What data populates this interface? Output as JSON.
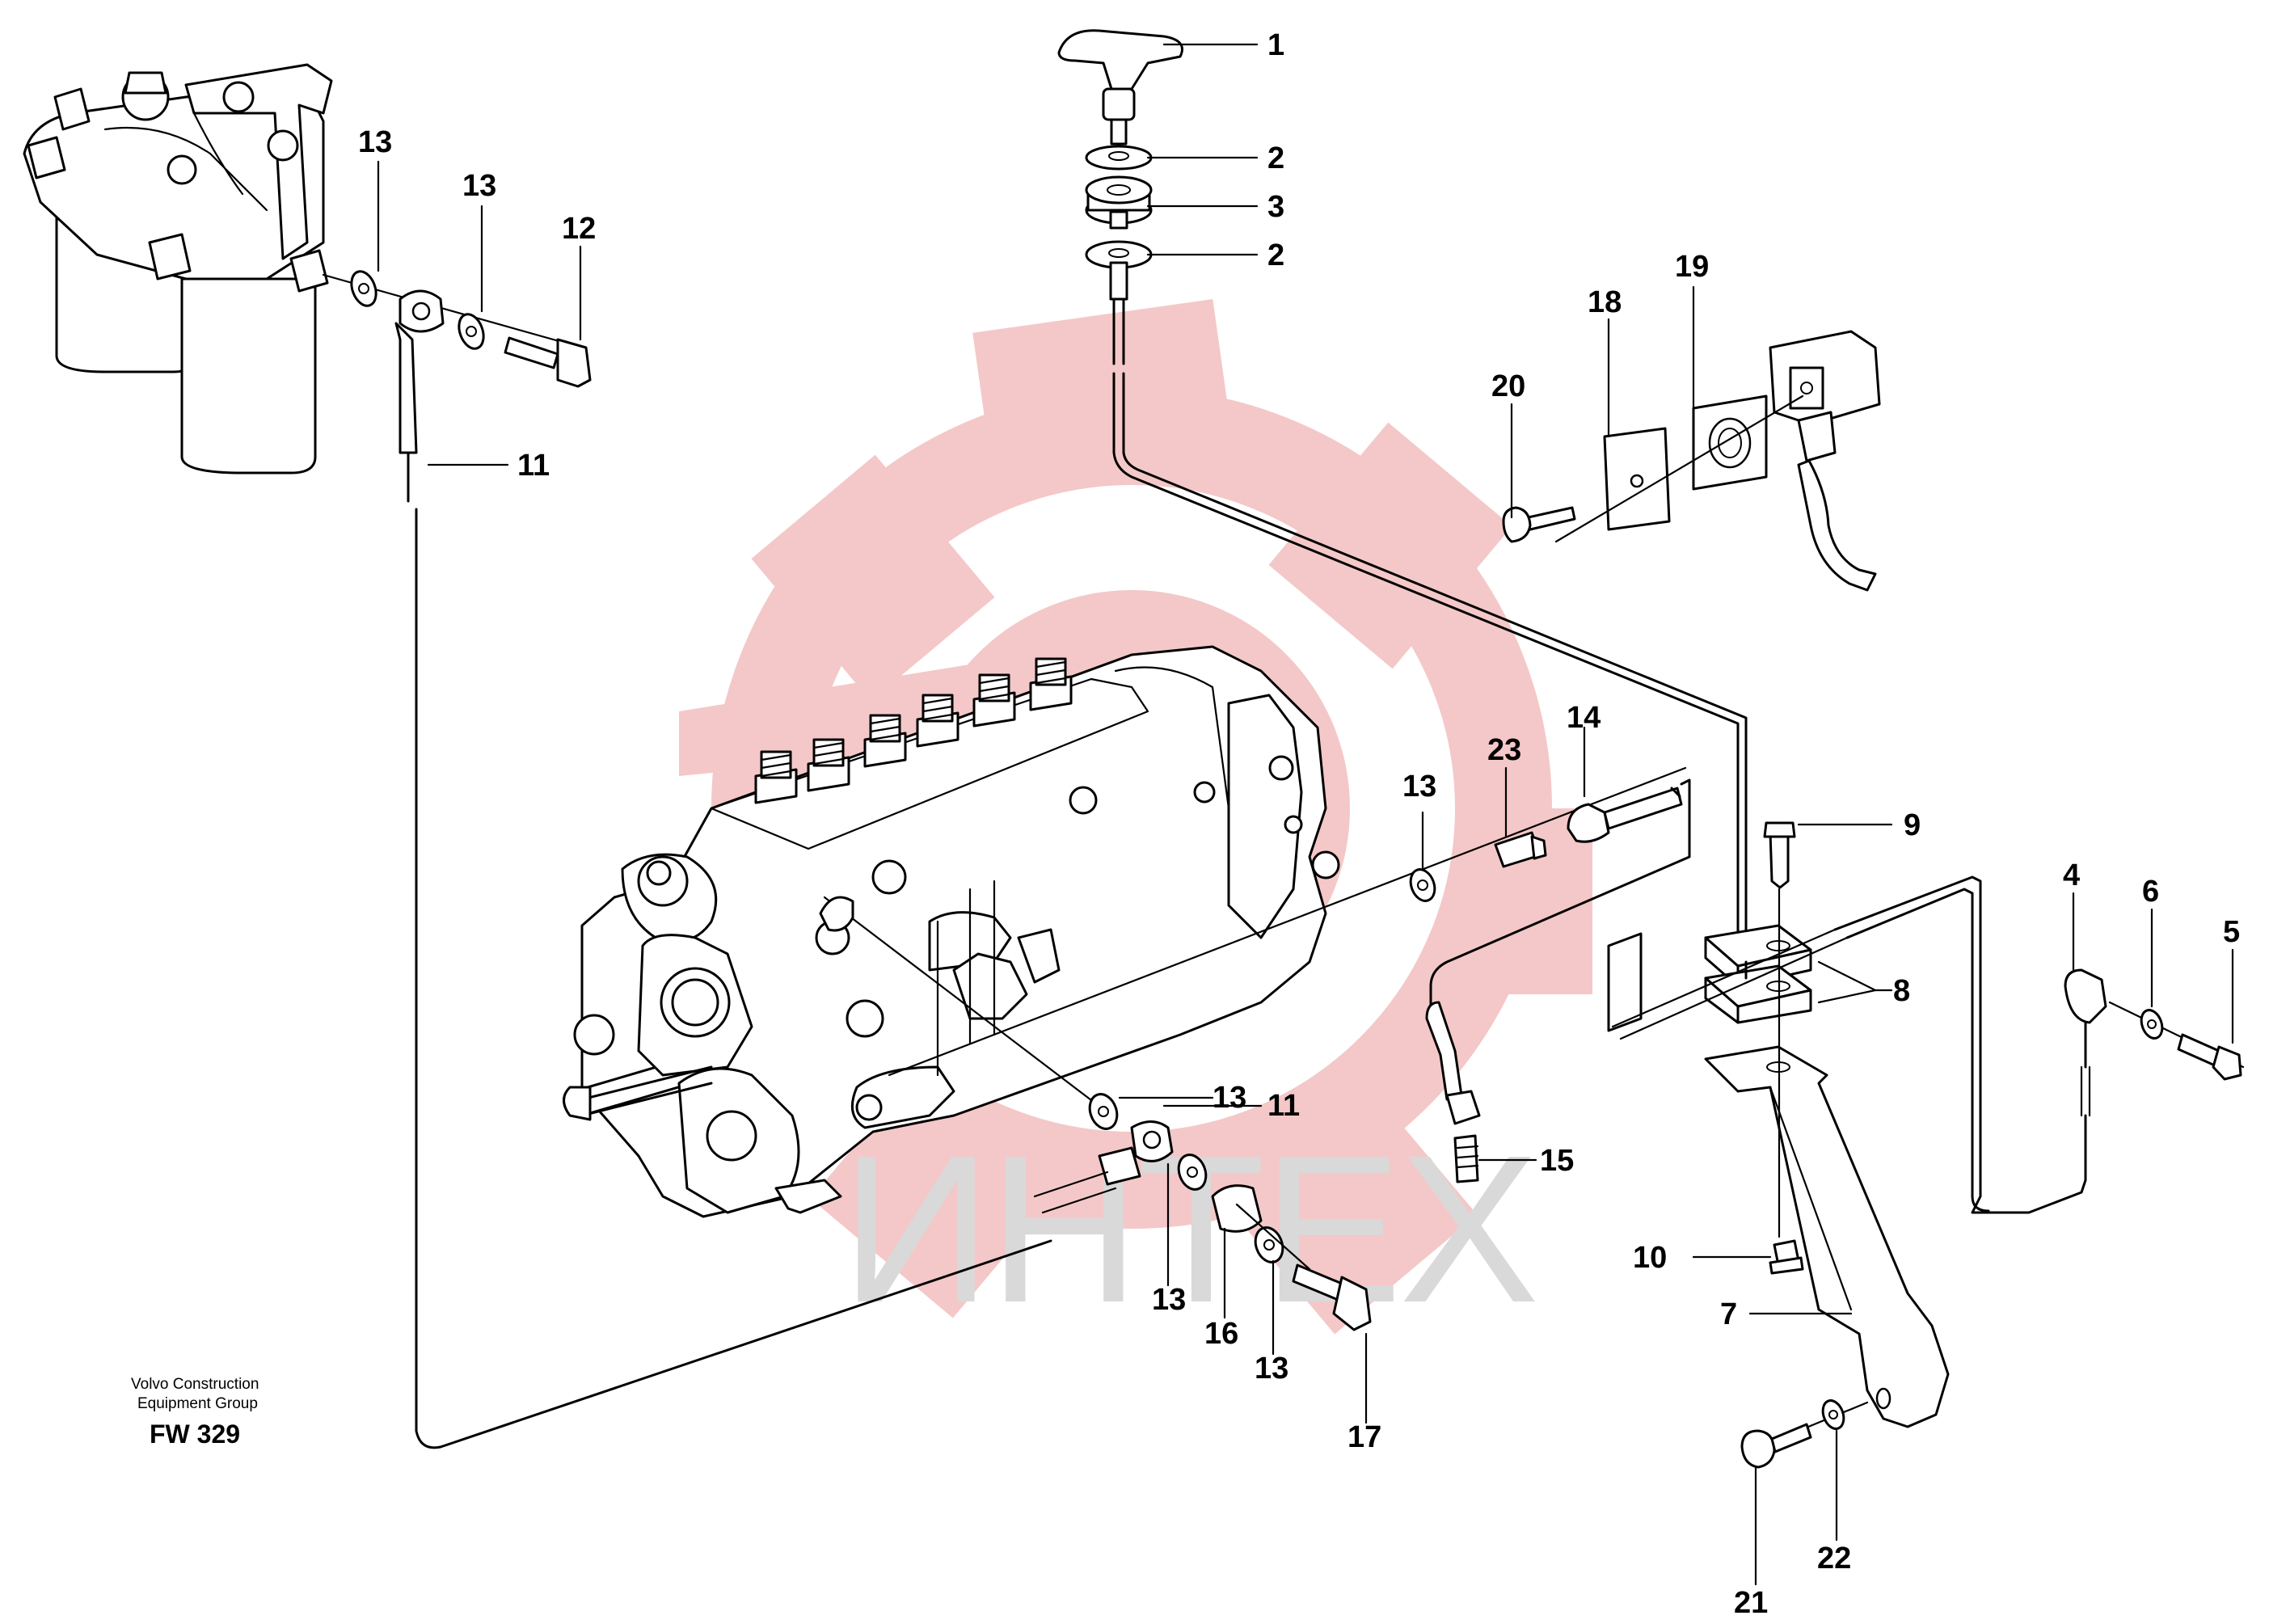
{
  "watermark": {
    "text": "ИНТЕХ",
    "gear_color": "#f4c8c8",
    "text_color": "#d9d9d9"
  },
  "footer": {
    "company_line1": "Volvo Construction",
    "company_line2": "Equipment Group",
    "code": "FW 329"
  },
  "callouts": {
    "c1": "1",
    "c2a": "2",
    "c3": "3",
    "c2b": "2",
    "c18": "18",
    "c19": "19",
    "c20": "20",
    "c13a": "13",
    "c13b": "13",
    "c12": "12",
    "c11a": "11",
    "c14": "14",
    "c23": "23",
    "c13c": "13",
    "c9": "9",
    "c8": "8",
    "c4": "4",
    "c6": "6",
    "c5": "5",
    "c13d": "13",
    "c11b": "11",
    "c15": "15",
    "c13e": "13",
    "c16": "16",
    "c13f": "13",
    "c17": "17",
    "c10": "10",
    "c7": "7",
    "c21": "21",
    "c22": "22"
  }
}
